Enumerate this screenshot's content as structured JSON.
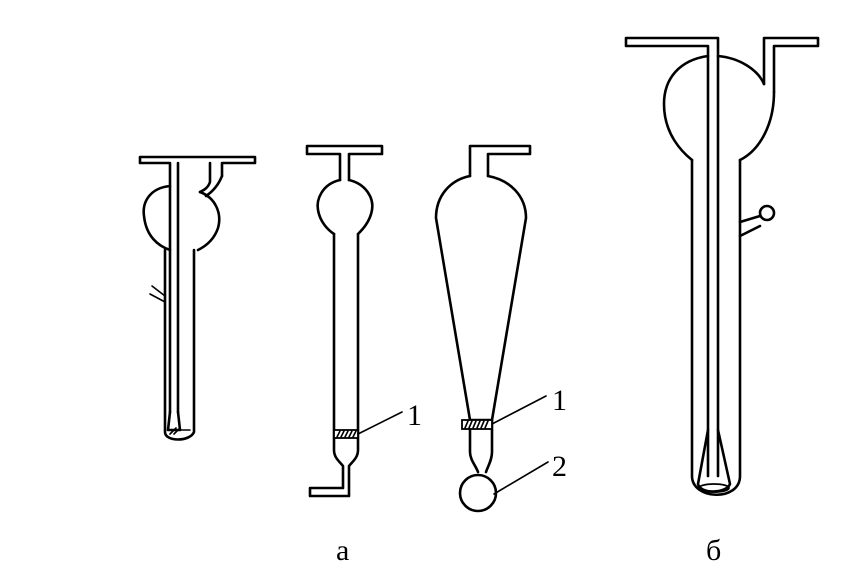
{
  "figure": {
    "callouts": {
      "one_a": "1",
      "one_b": "1",
      "two": "2"
    },
    "captions": {
      "a": "а",
      "b": "б"
    }
  }
}
